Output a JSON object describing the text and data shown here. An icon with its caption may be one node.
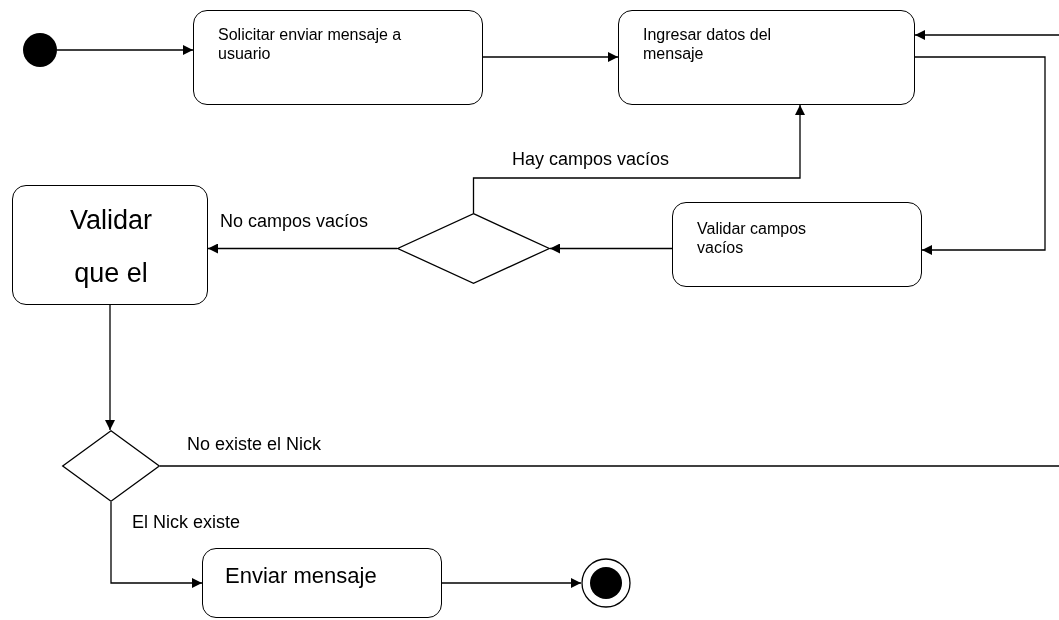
{
  "diagram": {
    "nodes": [
      {
        "text": [],
        "shape": "circle"
      },
      {
        "text": [
          "Solicitar enviar mensaje a usuario"
        ]
      },
      {
        "text": [
          "Ingresar datos del mensaje"
        ]
      },
      {
        "text": [
          "Validar campos vacíos"
        ]
      },
      {
        "text": [],
        "shape": "diamond"
      },
      {
        "text": [
          "Validar que el"
        ]
      },
      {
        "text": [],
        "shape": "diamond"
      },
      {
        "text": [
          "Enviar mensaje"
        ]
      },
      {
        "text": [],
        "shape": "circle"
      }
    ],
    "edges": [
      {
        "from": 0,
        "to": 1,
        "arrow": "to"
      },
      {
        "from": 1,
        "to": 2,
        "arrow": "to"
      },
      {
        "from": 2,
        "to": 3,
        "arrow": "to"
      },
      {
        "from": 3,
        "to": 4,
        "arrow": "to"
      },
      {
        "from": 4,
        "to": 2,
        "arrow": "to",
        "label": "Hay campos vacíos"
      },
      {
        "from": 4,
        "to": 5,
        "arrow": "to",
        "label": "No campos vacíos"
      },
      {
        "from": 5,
        "to": 6,
        "arrow": "to"
      },
      {
        "from": 6,
        "to": null,
        "arrow": "none",
        "label": "No existe el Nick"
      },
      {
        "from": null,
        "to": 2,
        "arrow": "to"
      },
      {
        "from": 6,
        "to": 7,
        "arrow": "to",
        "label": "El Nick existe"
      },
      {
        "from": 7,
        "to": 8,
        "arrow": "to"
      }
    ]
  }
}
